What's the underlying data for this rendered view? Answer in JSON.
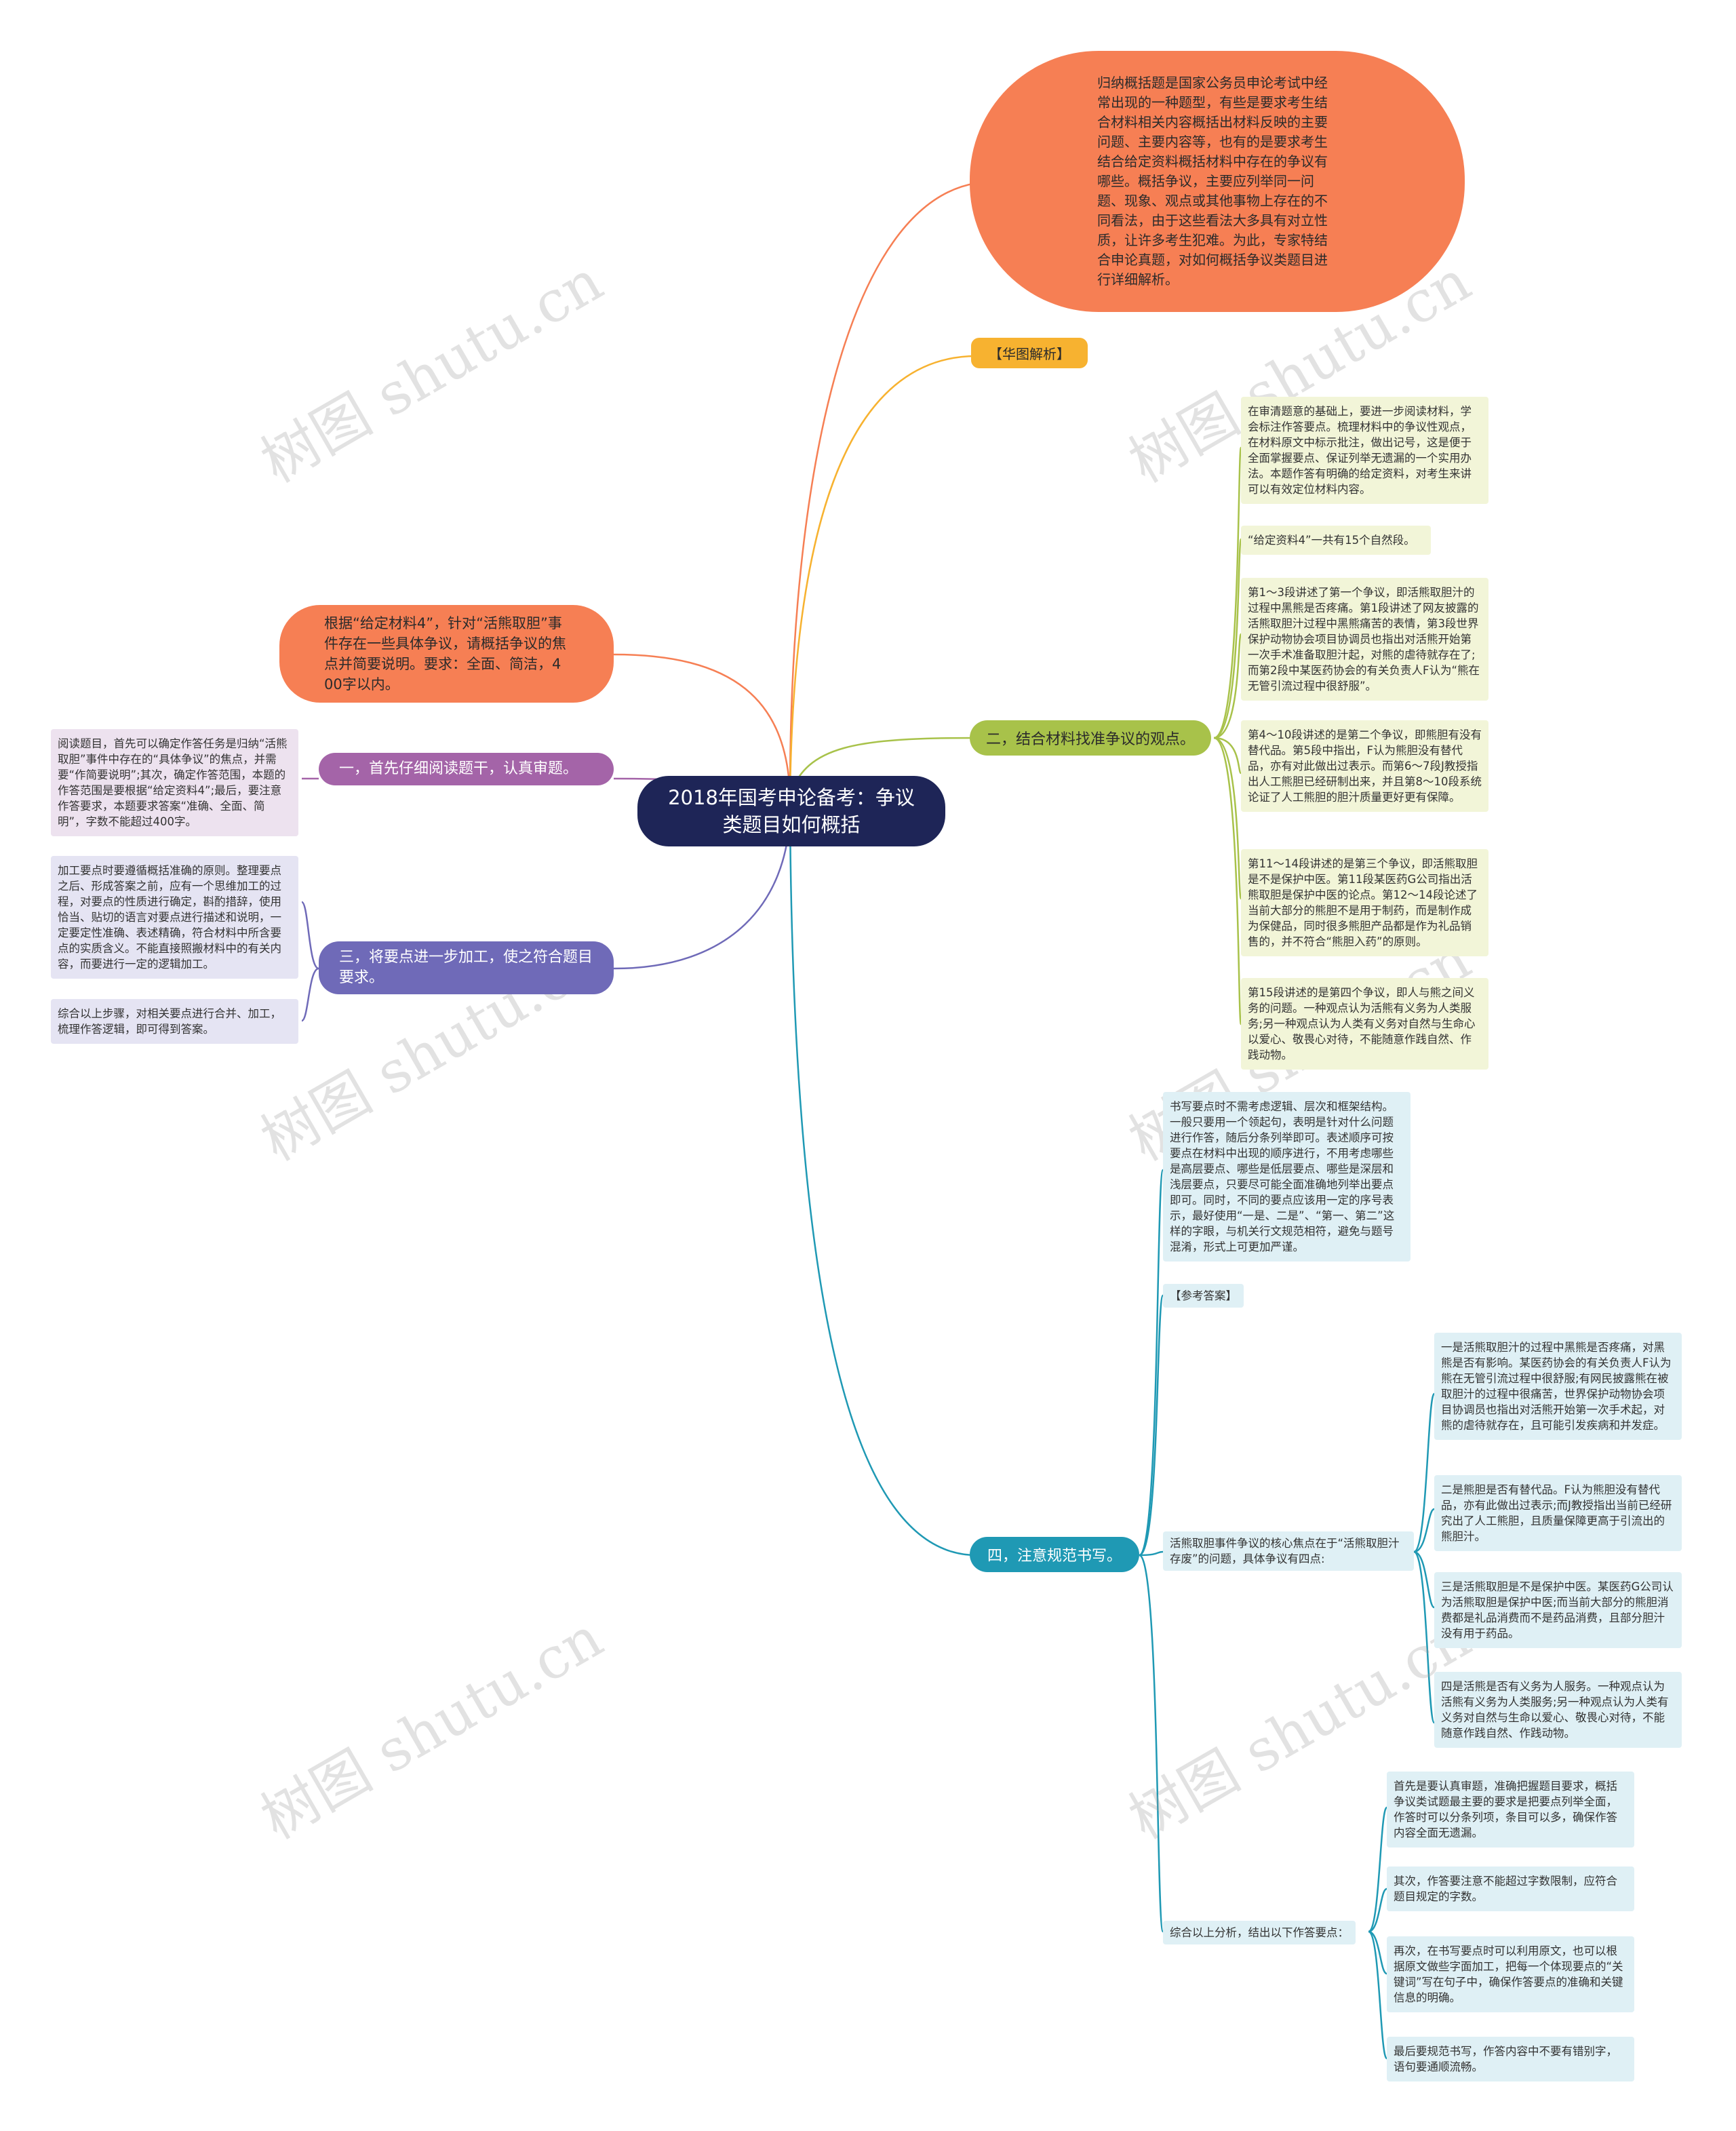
{
  "root": {
    "title": "2018年国考申论备考：争议类题目如何概括"
  },
  "intro": "归纳概括题是国家公务员申论考试中经常出现的一种题型，有些是要求考生结合材料相关内容概括出材料反映的主要问题、主要内容等，也有的是要求考生结合给定资料概括材料中存在的争议有哪些。概括争议，主要应列举同一问题、现象、观点或其他事物上存在的不同看法，由于这些看法大多具有对立性质，让许多考生犯难。为此，专家特结合申论真题，对如何概括争议类题目进行详细解析。",
  "huatu_label": "【华图解析】",
  "question": "根据“给定材料4”，针对“活熊取胆”事件存在一些具体争议，请概括争议的焦点并简要说明。要求：全面、简洁，400字以内。",
  "step1": {
    "title": "一，首先仔细阅读题干，认真审题。",
    "leaf": "阅读题目，首先可以确定作答任务是归纳“活熊取胆”事件中存在的“具体争议”的焦点，并需要“作简要说明”;其次，确定作答范围，本题的作答范围是要根据“给定资料4”;最后，要注意作答要求，本题要求答案“准确、全面、简明”，字数不能超过400字。"
  },
  "step2": {
    "title": "二，结合材料找准争议的观点。",
    "leaves": [
      "在审清题意的基础上，要进一步阅读材料，学会标注作答要点。梳理材料中的争议性观点，在材料原文中标示批注，做出记号，这是便于全面掌握要点、保证列举无遗漏的一个实用办法。本题作答有明确的给定资料，对考生来讲可以有效定位材料内容。",
      "“给定资料4”一共有15个自然段。",
      "第1～3段讲述了第一个争议，即活熊取胆汁的过程中黑熊是否疼痛。第1段讲述了网友披露的活熊取胆汁过程中黑熊痛苦的表情，第3段世界保护动物协会项目协调员也指出对活熊开始第一次手术准备取胆汁起，对熊的虐待就存在了;而第2段中某医药协会的有关负责人F认为“熊在无管引流过程中很舒服”。",
      "第4～10段讲述的是第二个争议，即熊胆有没有替代品。第5段中指出，F认为熊胆没有替代品，亦有对此做出过表示。而第6～7段J教授指出人工熊胆已经研制出来，并且第8～10段系统论证了人工熊胆的胆汁质量更好更有保障。",
      "第11～14段讲述的是第三个争议，即活熊取胆是不是保护中医。第11段某医药G公司指出活熊取胆是保护中医的论点。第12～14段论述了当前大部分的熊胆不是用于制药，而是制作成为保健品，同时很多熊胆产品都是作为礼品销售的，并不符合“熊胆入药”的原则。",
      "第15段讲述的是第四个争议，即人与熊之间义务的问题。一种观点认为活熊有义务为人类服务;另一种观点认为人类有义务对自然与生命心以爱心、敬畏心对待，不能随意作践自然、作践动物。"
    ]
  },
  "step3": {
    "title": "三，将要点进一步加工，使之符合题目要求。",
    "leaves": [
      "加工要点时要遵循概括准确的原则。整理要点之后、形成答案之前，应有一个思维加工的过程，对要点的性质进行确定，斟酌措辞，使用恰当、贴切的语言对要点进行描述和说明，一定要定性准确、表述精确，符合材料中所含要点的实质含义。不能直接照搬材料中的有关内容，而要进行一定的逻辑加工。",
      "综合以上步骤，对相关要点进行合并、加工，梳理作答逻辑，即可得到答案。"
    ]
  },
  "step4": {
    "title": "四，注意规范书写。",
    "writing": "书写要点时不需考虑逻辑、层次和框架结构。一般只要用一个领起句，表明是针对什么问题进行作答，随后分条列举即可。表述顺序可按要点在材料中出现的顺序进行，不用考虑哪些是高层要点、哪些是低层要点、哪些是深层和浅层要点，只要尽可能全面准确地列举出要点即可。同时，不同的要点应该用一定的序号表示，最好使用“一是、二是”、“第一、第二”这样的字眼，与机关行文规范相符，避免与题号混淆，形式上可更加严谨。",
    "ref_label": "【参考答案】",
    "core_label": "活熊取胆事件争议的核心焦点在于“活熊取胆汁存废”的问题，具体争议有四点:",
    "answers": [
      "一是活熊取胆汁的过程中黑熊是否疼痛，对黑熊是否有影响。某医药协会的有关负责人F认为熊在无管引流过程中很舒服;有网民披露熊在被取胆汁的过程中很痛苦，世界保护动物协会项目协调员也指出对活熊开始第一次手术起，对熊的虐待就存在，且可能引发疾病和并发症。",
      "二是熊胆是否有替代品。F认为熊胆没有替代品，亦有此做出过表示;而J教授指出当前已经研究出了人工熊胆，且质量保障更高于引流出的熊胆汁。",
      "三是活熊取胆是不是保护中医。某医药G公司认为活熊取胆是保护中医;而当前大部分的熊胆消费都是礼品消费而不是药品消费，且部分胆汁没有用于药品。",
      "四是活熊是否有义务为人服务。一种观点认为活熊有义务为人类服务;另一种观点认为人类有义务对自然与生命以爱心、敬畏心对待，不能随意作践自然、作践动物。"
    ],
    "summary_label": "综合以上分析，结出以下作答要点：",
    "tips": [
      "首先是要认真审题，准确把握题目要求，概括争议类试题最主要的要求是把要点列举全面，作答时可以分条列项，条目可以多，确保作答内容全面无遗漏。",
      "其次，作答要注意不能超过字数限制，应符合题目规定的字数。",
      "再次，在书写要点时可以利用原文，也可以根据原文做些字面加工，把每一个体现要点的“关键词”写在句子中，确保作答要点的准确和关键信息的明确。",
      "最后要规范书写，作答内容中不要有错别字，语句要通顺流畅。"
    ]
  },
  "watermark": "树图 shutu.cn",
  "colors": {
    "root": "#1e2557",
    "orange": "#f67f54",
    "yellow": "#f7b230",
    "green": "#a8c24a",
    "teal": "#1f99b4",
    "purple": "#a464a8",
    "violet": "#6f6ab8"
  }
}
